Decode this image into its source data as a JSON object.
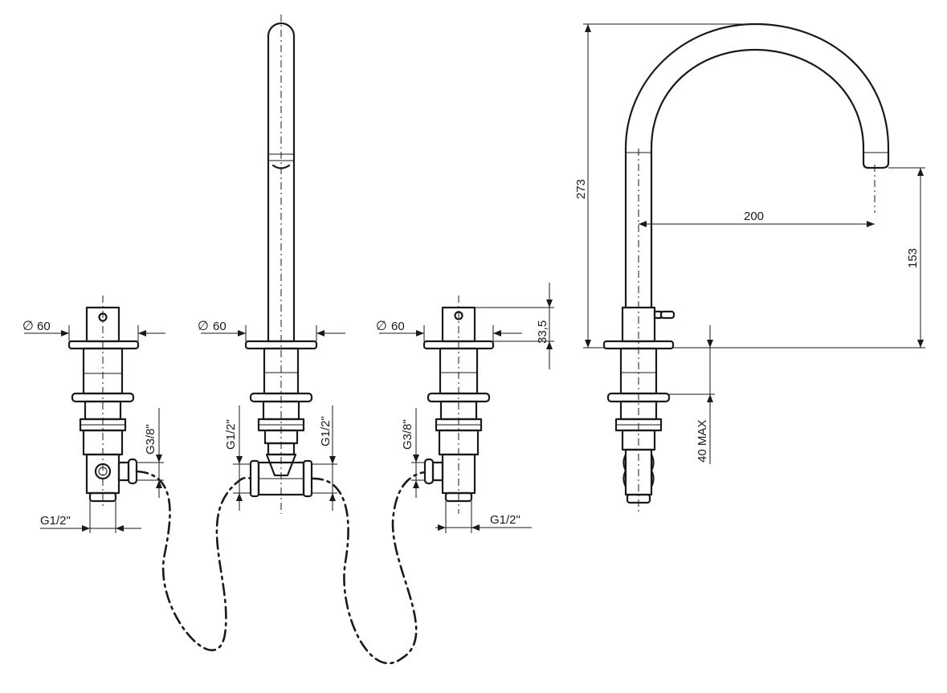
{
  "diameter_symbol": "∅",
  "left_valve": {
    "diameter": "60",
    "thread_inlet": "G1/2\"",
    "thread_outlet": "G3/8\""
  },
  "spout_base": {
    "diameter": "60",
    "thread_left": "G1/2\"",
    "thread_right": "G1/2\""
  },
  "right_valve": {
    "diameter": "60",
    "handle_height": "33,5",
    "thread_outlet": "G3/8\"",
    "thread_inlet": "G1/2\""
  },
  "side_view": {
    "overall_height": "273",
    "projection": "200",
    "spout_height": "153",
    "deck_thickness": "40 MAX"
  }
}
